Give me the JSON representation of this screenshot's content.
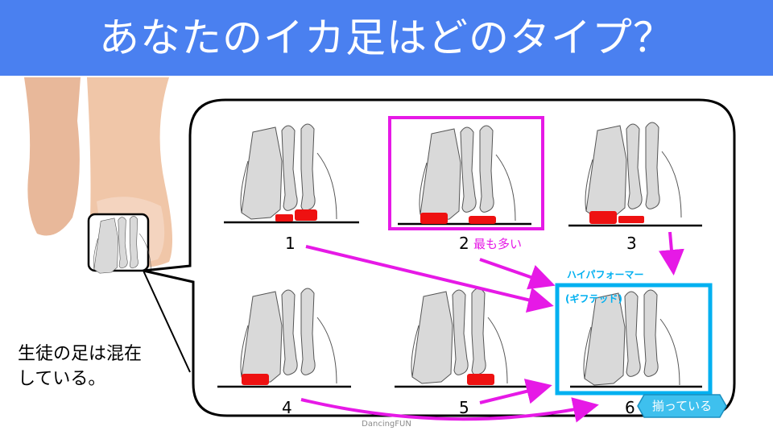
{
  "header": {
    "title": "あなたのイカ足はどのタイプ？"
  },
  "caption": {
    "line1": "生徒の足は混在",
    "line2": "している。"
  },
  "types": [
    {
      "number": "1"
    },
    {
      "number": "2",
      "note": "最も多い"
    },
    {
      "number": "3"
    },
    {
      "number": "4"
    },
    {
      "number": "5"
    },
    {
      "number": "6"
    }
  ],
  "highlight": {
    "label_line1": "ハイパフォーマー",
    "label_line2": "(ギフテッド)",
    "badge": "揃っている"
  },
  "footer": {
    "credit": "DancingFUN"
  },
  "colors": {
    "title_bar": "#4a80f0",
    "highlight_magenta": "#e619e6",
    "highlight_blue": "#00b0f0",
    "contact_pad": "#ee1111"
  }
}
